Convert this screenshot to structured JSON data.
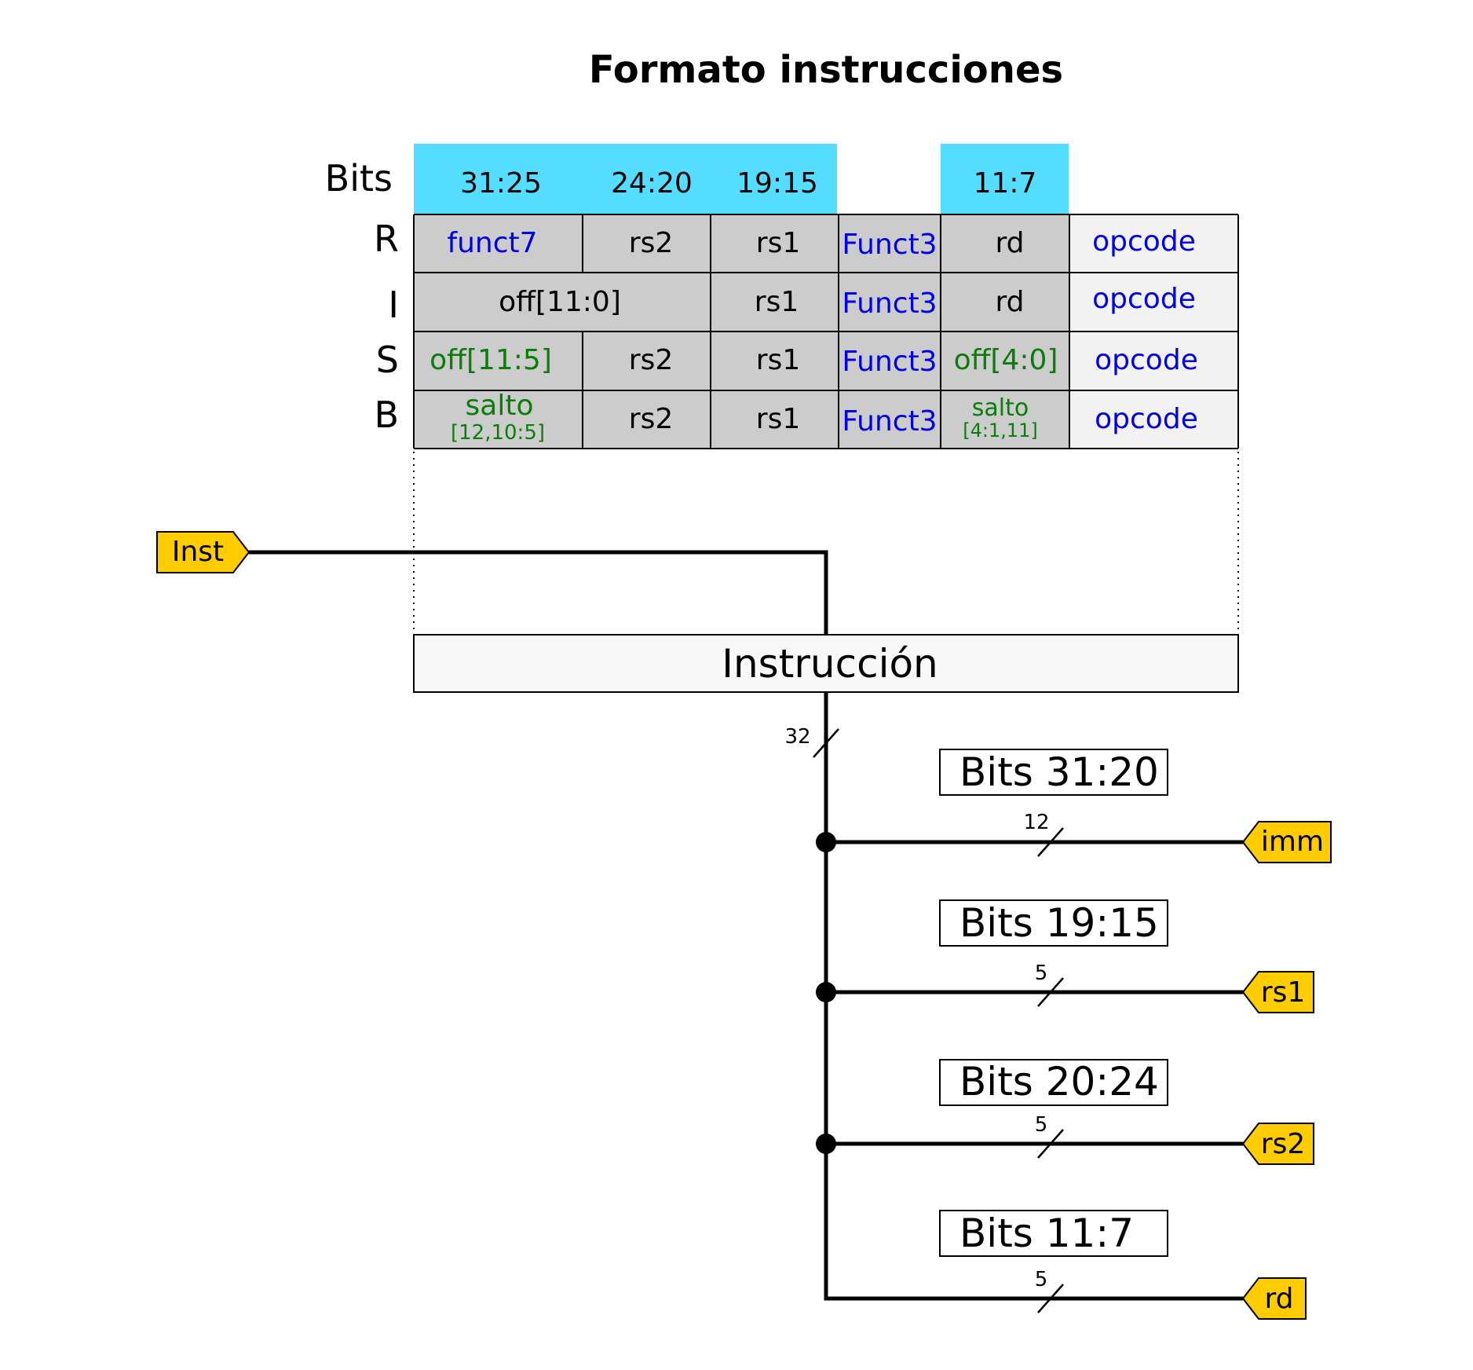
{
  "title": "Formato instrucciones",
  "bits_label": "Bits",
  "colors": {
    "header": "#55DDFF",
    "cell_dark": "#CCCCCC",
    "cell_light": "#F2F2F2",
    "box_fill": "#F8F8F8",
    "blue_text": "#0000E6",
    "green_text": "#0A7D0A",
    "pin_fill": "#FFCC00"
  },
  "bit_headers": [
    "31:25",
    "24:20",
    "19:15",
    "11:7"
  ],
  "rows": [
    {
      "label": "R",
      "cells": [
        "funct7",
        "rs2",
        "rs1",
        "Funct3",
        "rd",
        "opcode"
      ]
    },
    {
      "label": "I",
      "cells": [
        "off[11:0]",
        "rs1",
        "Funct3",
        "rd",
        "opcode"
      ]
    },
    {
      "label": "S",
      "cells": [
        "off[11:5]",
        "rs2",
        "rs1",
        "Funct3",
        "off[4:0]",
        "opcode"
      ]
    },
    {
      "label": "B",
      "cells": [
        {
          "main": "salto",
          "sub": "[12,10:5]"
        },
        "rs2",
        "rs1",
        "Funct3",
        {
          "main": "salto",
          "sub": "[4:1,11]"
        },
        "opcode"
      ]
    }
  ],
  "instruction_box": "Instrucción",
  "input_pin": "Inst",
  "main_bus_width": "32",
  "outputs": [
    {
      "label": "Bits 31:20",
      "pin": "imm",
      "width": "12"
    },
    {
      "label": "Bits 19:15",
      "pin": "rs1",
      "width": "5"
    },
    {
      "label": "Bits 20:24",
      "pin": "rs2",
      "width": "5"
    },
    {
      "label": "Bits 11:7",
      "pin": "rd",
      "width": "5"
    }
  ]
}
